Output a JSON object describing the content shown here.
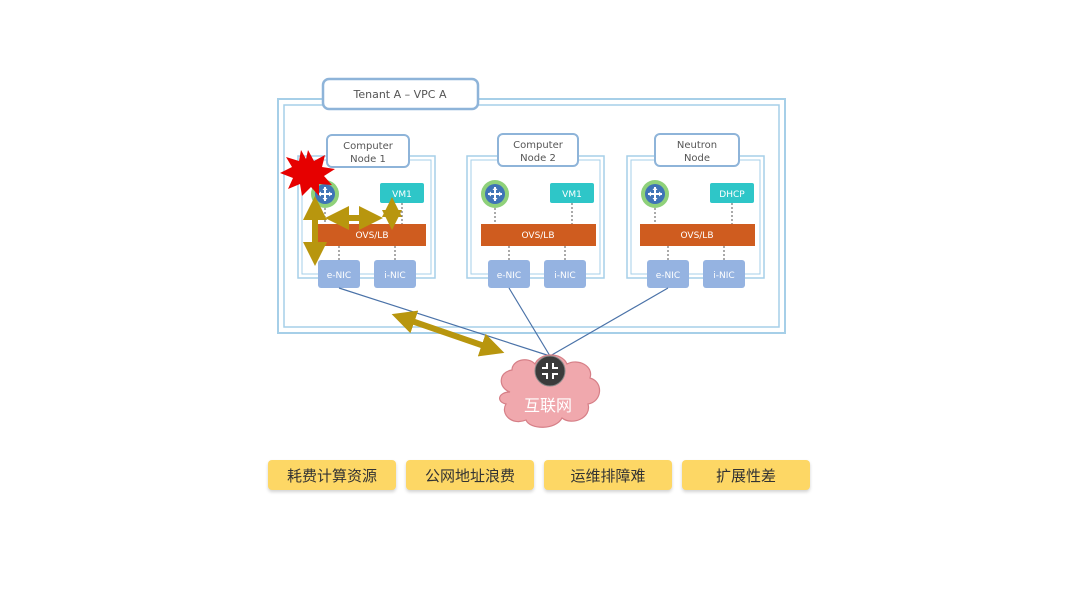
{
  "vpc": {
    "label": "Tenant A – VPC A"
  },
  "nodes": [
    {
      "title_line1": "Computer",
      "title_line2": "Node 1",
      "vm": "VM1",
      "ovs": "OVS/LB",
      "enic": "e-NIC",
      "inic": "i-NIC"
    },
    {
      "title_line1": "Computer",
      "title_line2": "Node 2",
      "vm": "VM1",
      "ovs": "OVS/LB",
      "enic": "e-NIC",
      "inic": "i-NIC"
    },
    {
      "title_line1": "Neutron",
      "title_line2": "Node",
      "vm": "DHCP",
      "ovs": "OVS/LB",
      "enic": "e-NIC",
      "inic": "i-NIC"
    }
  ],
  "internet": {
    "label": "互联网"
  },
  "problems": [
    "耗费计算资源",
    "公网地址浪费",
    "运维排障难",
    "扩展性差"
  ],
  "colors": {
    "frame": "#a6cfe8",
    "title_box": "#8eb4d9",
    "ovs": "#cf5c1f",
    "vm": "#2ec6c8",
    "nic": "#95b3e1",
    "arrow": "#b8960e",
    "cloud": "#f0a8ad",
    "alert": "#e60000",
    "tag": "#fdd765"
  },
  "icons": [
    "router-icon",
    "cloud-icon",
    "alert-burst-icon"
  ]
}
